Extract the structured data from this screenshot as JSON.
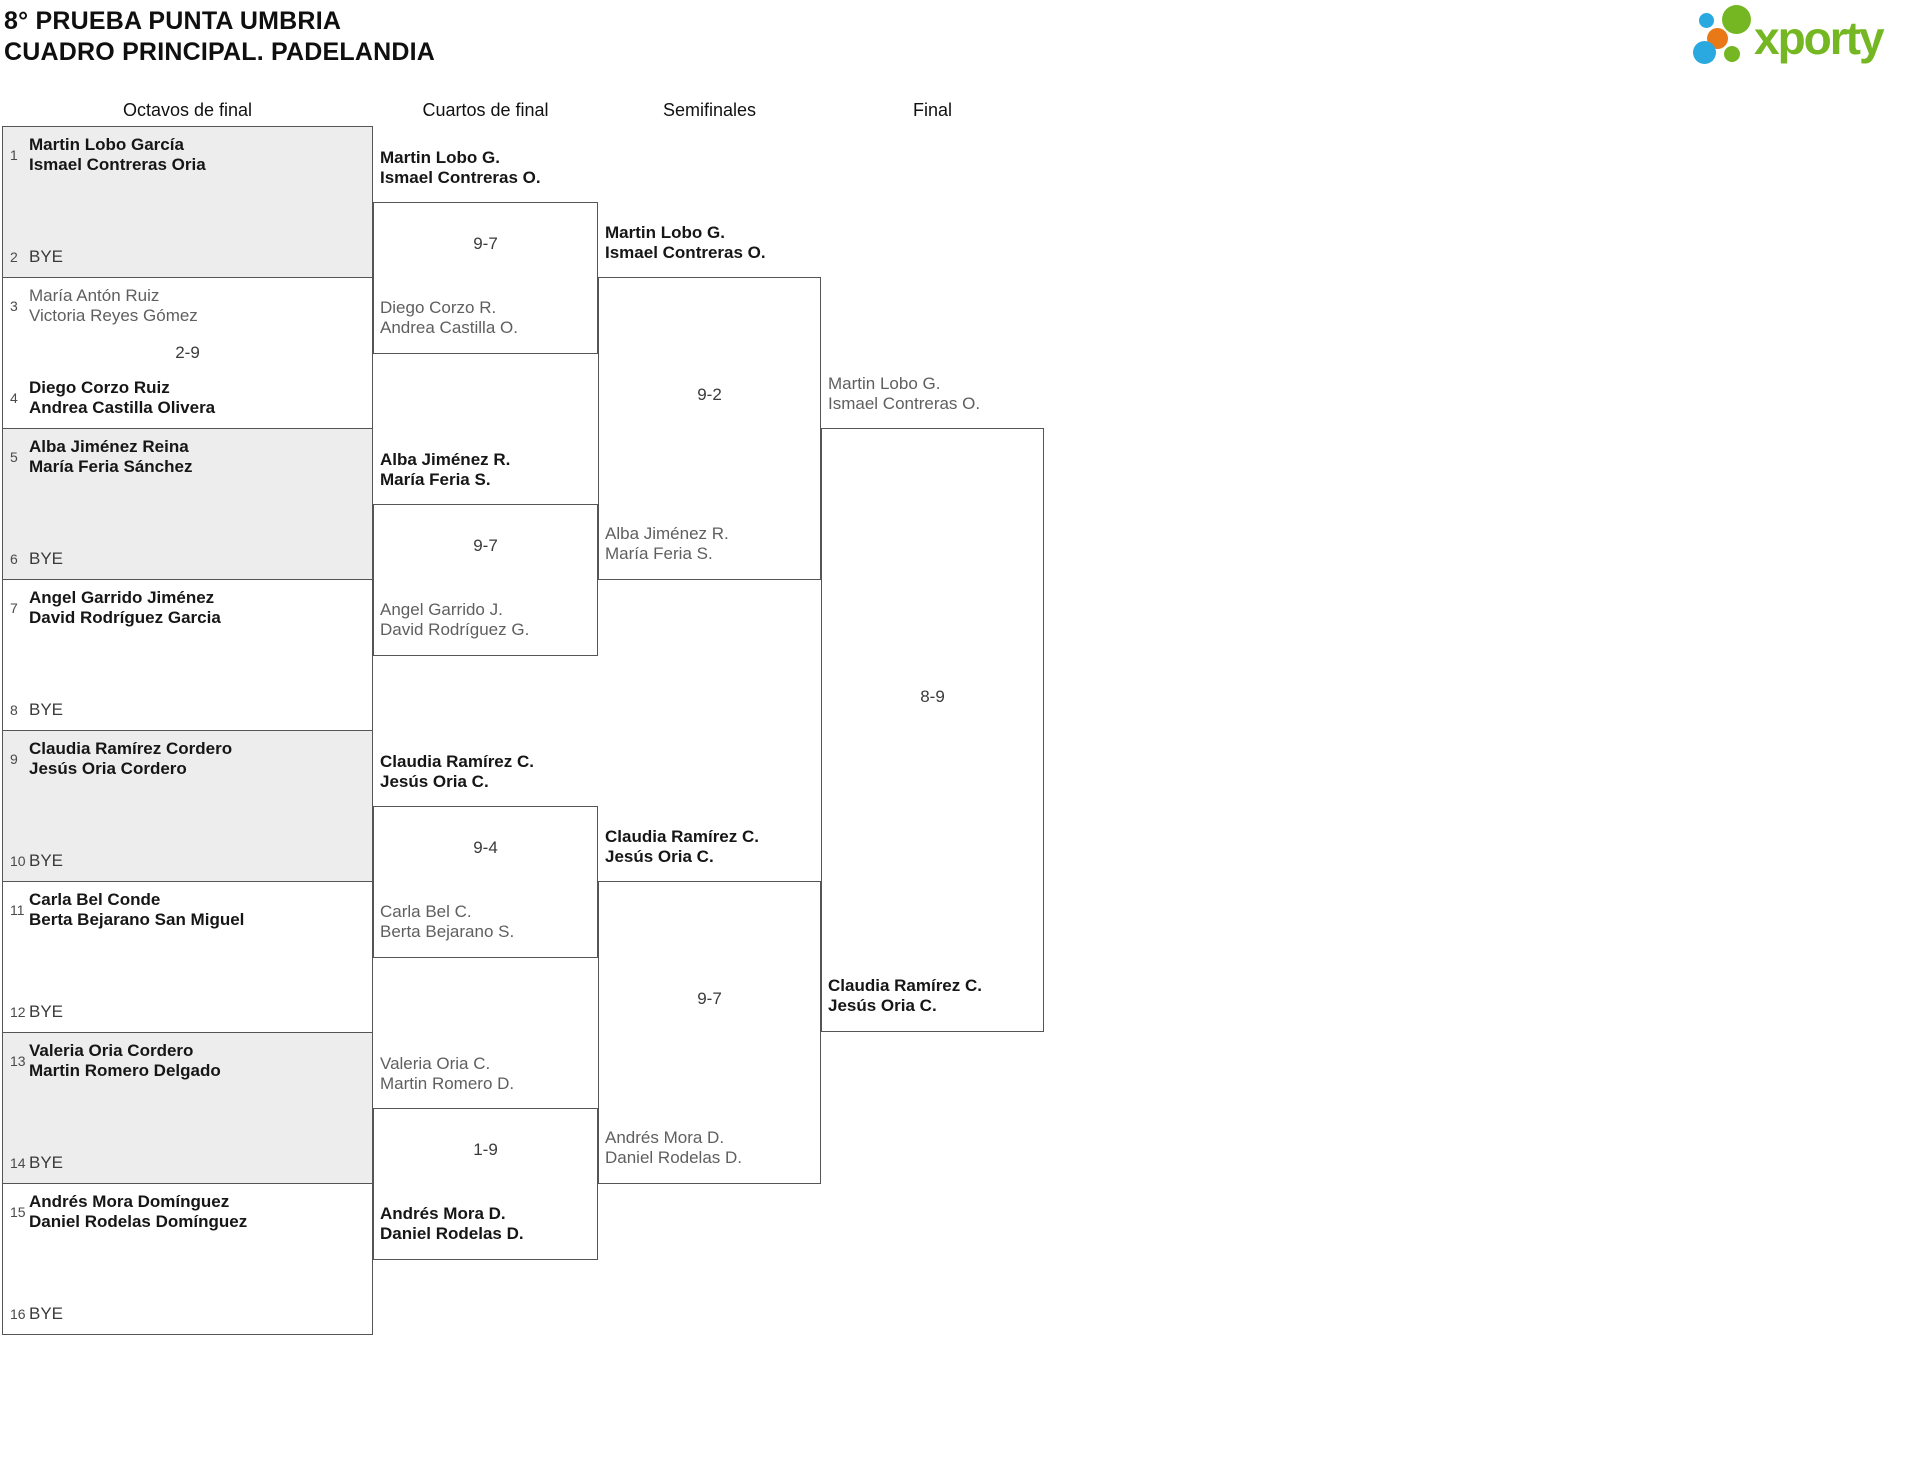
{
  "title": {
    "line1": "8° PRUEBA PUNTA UMBRIA",
    "line2": "CUADRO PRINCIPAL. PADELANDIA"
  },
  "logo": {
    "text": "xporty",
    "colors": {
      "green": "#74b722",
      "blue": "#2aa9e0",
      "orange": "#e97817"
    }
  },
  "rounds": [
    "Octavos de final",
    "Cuartos de final",
    "Semifinales",
    "Final"
  ],
  "octavos": [
    {
      "shaded": true,
      "score": "",
      "top": {
        "seed": "1",
        "line1": "Martin Lobo García",
        "line2": "Ismael Contreras Oria",
        "result": "winner"
      },
      "bottom": {
        "seed": "2",
        "line1": "BYE",
        "result": "bye"
      }
    },
    {
      "shaded": false,
      "score": "2-9",
      "top": {
        "seed": "3",
        "line1": "María Antón Ruiz",
        "line2": "Victoria Reyes Gómez",
        "result": "loser"
      },
      "bottom": {
        "seed": "4",
        "line1": "Diego Corzo Ruiz",
        "line2": "Andrea Castilla Olivera",
        "result": "winner"
      }
    },
    {
      "shaded": true,
      "score": "",
      "top": {
        "seed": "5",
        "line1": "Alba Jiménez Reina",
        "line2": "María Feria Sánchez",
        "result": "winner"
      },
      "bottom": {
        "seed": "6",
        "line1": "BYE",
        "result": "bye"
      }
    },
    {
      "shaded": false,
      "score": "",
      "top": {
        "seed": "7",
        "line1": "Angel Garrido Jiménez",
        "line2": "David Rodríguez Garcia",
        "result": "winner"
      },
      "bottom": {
        "seed": "8",
        "line1": "BYE",
        "result": "bye"
      }
    },
    {
      "shaded": true,
      "score": "",
      "top": {
        "seed": "9",
        "line1": "Claudia Ramírez Cordero",
        "line2": "Jesús Oria Cordero",
        "result": "winner"
      },
      "bottom": {
        "seed": "10",
        "line1": "BYE",
        "result": "bye"
      }
    },
    {
      "shaded": false,
      "score": "",
      "top": {
        "seed": "11",
        "line1": "Carla Bel Conde",
        "line2": "Berta Bejarano San Miguel",
        "result": "winner"
      },
      "bottom": {
        "seed": "12",
        "line1": "BYE",
        "result": "bye"
      }
    },
    {
      "shaded": true,
      "score": "",
      "top": {
        "seed": "13",
        "line1": "Valeria Oria Cordero",
        "line2": "Martin Romero Delgado",
        "result": "winner"
      },
      "bottom": {
        "seed": "14",
        "line1": "BYE",
        "result": "bye"
      }
    },
    {
      "shaded": false,
      "score": "",
      "top": {
        "seed": "15",
        "line1": "Andrés Mora Domínguez",
        "line2": "Daniel Rodelas Domínguez",
        "result": "winner"
      },
      "bottom": {
        "seed": "16",
        "line1": "BYE",
        "result": "bye"
      }
    }
  ],
  "cuartos": [
    {
      "score": "9-7",
      "above": {
        "line1": "Martin Lobo G.",
        "line2": "Ismael Contreras O.",
        "result": "winner"
      },
      "inside": {
        "line1": "Diego Corzo R.",
        "line2": "Andrea Castilla O.",
        "result": "loser"
      }
    },
    {
      "score": "9-7",
      "above": {
        "line1": "Alba Jiménez R.",
        "line2": "María Feria S.",
        "result": "winner"
      },
      "inside": {
        "line1": "Angel Garrido J.",
        "line2": "David Rodríguez G.",
        "result": "loser"
      }
    },
    {
      "score": "9-4",
      "above": {
        "line1": "Claudia Ramírez C.",
        "line2": "Jesús Oria C.",
        "result": "winner"
      },
      "inside": {
        "line1": "Carla Bel C.",
        "line2": "Berta Bejarano S.",
        "result": "loser"
      }
    },
    {
      "score": "1-9",
      "above": {
        "line1": "Valeria Oria C.",
        "line2": "Martin Romero D.",
        "result": "loser"
      },
      "inside": {
        "line1": "Andrés Mora D.",
        "line2": "Daniel Rodelas D.",
        "result": "winner"
      }
    }
  ],
  "semifinales": [
    {
      "score": "9-2",
      "above": {
        "line1": "Martin Lobo G.",
        "line2": "Ismael Contreras O.",
        "result": "winner"
      },
      "inside": {
        "line1": "Alba Jiménez R.",
        "line2": "María Feria S.",
        "result": "loser"
      }
    },
    {
      "score": "9-7",
      "above": {
        "line1": "Claudia Ramírez C.",
        "line2": "Jesús Oria C.",
        "result": "winner"
      },
      "inside": {
        "line1": "Andrés Mora D.",
        "line2": "Daniel Rodelas D.",
        "result": "loser"
      }
    }
  ],
  "final": {
    "score": "8-9",
    "above": {
      "line1": "Martin Lobo G.",
      "line2": "Ismael Contreras O.",
      "result": "loser"
    },
    "inside": {
      "line1": "Claudia Ramírez C.",
      "line2": "Jesús Oria C.",
      "result": "winner"
    }
  }
}
